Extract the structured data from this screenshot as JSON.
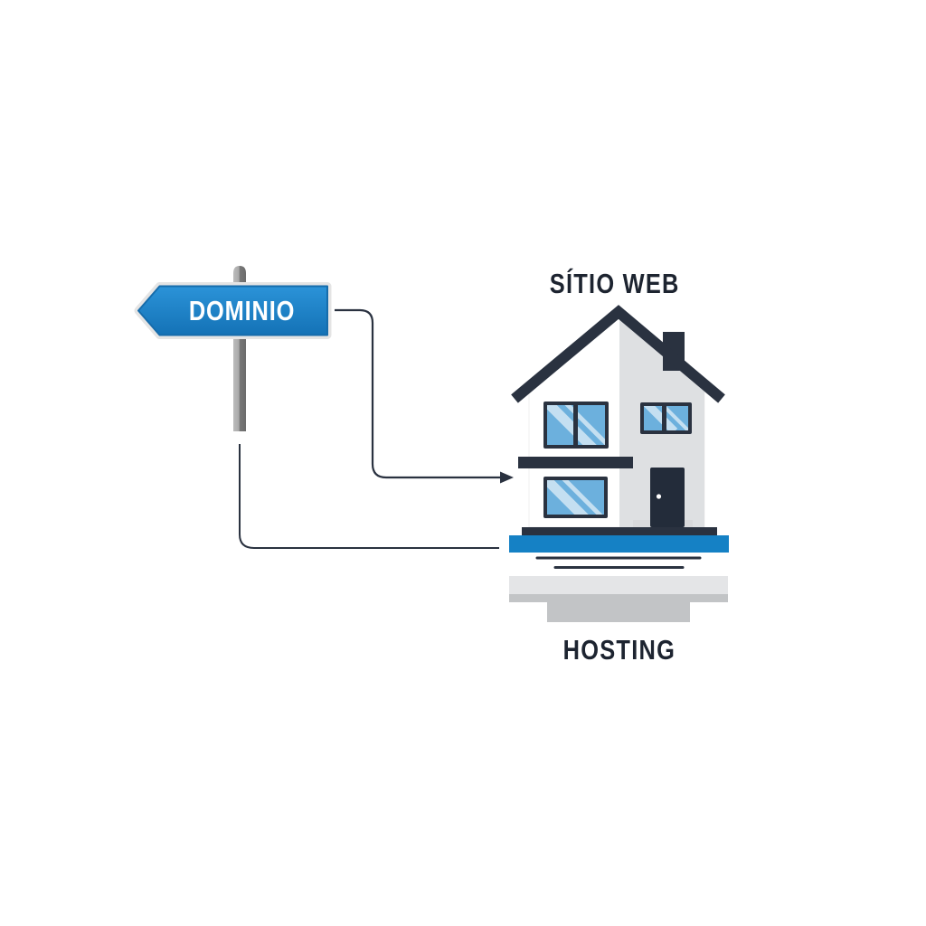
{
  "sign": {
    "label": "DOMINIO",
    "direction": "left",
    "plate_color": "#1b82c8",
    "plate_gradient_top": "#2b93d8",
    "plate_gradient_bottom": "#1472b6",
    "border_color": "#e4e4e4",
    "inner_rim_color": "#166cab",
    "text_color": "#ffffff",
    "pole_color_light": "#bcbcbc",
    "pole_color_dark": "#6b6b6b"
  },
  "website": {
    "title": "SÍTIO WEB",
    "house_accent": "#2a3240",
    "door_color": "#232c3a",
    "wall_color": "#ffffff",
    "wall_shadow_color": "#dee0e2",
    "window_glass_color": "#6cb0dd",
    "window_streak_color": "#d8ecf8"
  },
  "hosting": {
    "label": "HOSTING",
    "foundation_blue": "#1581c5",
    "foundation_dark": "#2a3240",
    "pedestal_light": "#e4e5e7",
    "pedestal_mid": "#c2c4c6"
  },
  "connectors": {
    "color": "#2a3240",
    "sign_to_house": "arrow",
    "pole_to_hosting": "line"
  }
}
